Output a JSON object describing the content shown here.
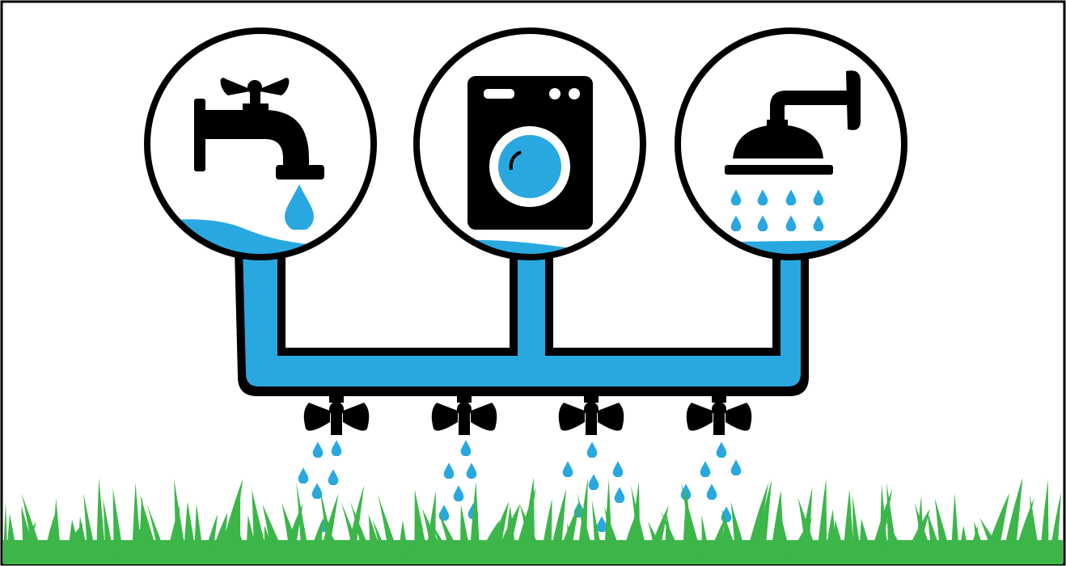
{
  "colors": {
    "water": "#29a8e0",
    "outline": "#000000",
    "grass": "#3cb649",
    "background": "#ffffff"
  },
  "sources": [
    {
      "id": "sink",
      "icon": "faucet-icon"
    },
    {
      "id": "laundry",
      "icon": "washing-machine-icon"
    },
    {
      "id": "shower",
      "icon": "shower-icon"
    }
  ],
  "outlets": [
    {
      "id": "valve-1",
      "icon": "valve-icon",
      "drip": "water-drops"
    },
    {
      "id": "valve-2",
      "icon": "valve-icon",
      "drip": "water-drops"
    },
    {
      "id": "valve-3",
      "icon": "valve-icon",
      "drip": "water-drops"
    },
    {
      "id": "valve-4",
      "icon": "valve-icon",
      "drip": "water-drops"
    }
  ],
  "ground": {
    "icon": "grass-icon"
  }
}
